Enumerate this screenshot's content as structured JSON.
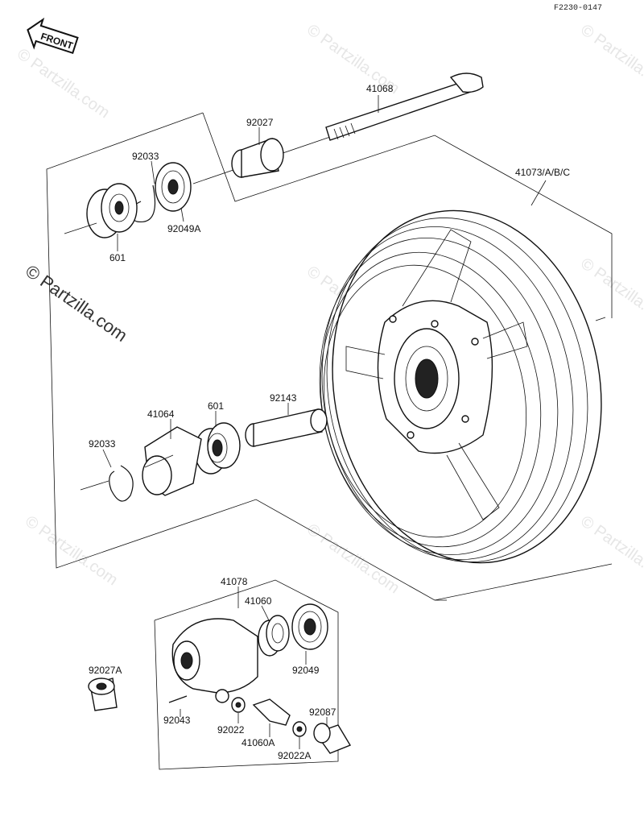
{
  "diagram_code": "F2230-0147",
  "front_label": "FRONT",
  "watermarks": [
    "© Partzilla.com",
    "© Partzilla.com",
    "© Partzilla.com",
    "© Partzilla.com",
    "© Partzilla.com",
    "© Partzilla.com",
    "© Partzilla.com",
    "© Partzilla.com"
  ],
  "parts": {
    "axle": "41068",
    "collar_left": "92027",
    "circlip_top": "92033",
    "bearing_top": "601",
    "seal_top": "92049A",
    "wheel": "41073/A/B/C",
    "coupling": "41064",
    "circlip_mid": "92033",
    "bearing_mid": "601",
    "spacer": "92143",
    "speedo_gear_housing": "41078",
    "speedo_gear": "41060",
    "seal_speedo": "92049",
    "collar_right": "92027A",
    "pin": "92043",
    "washer_small": "92022",
    "speedo_pinion": "41060A",
    "washer_bottom": "92022A",
    "bushing": "92087"
  }
}
